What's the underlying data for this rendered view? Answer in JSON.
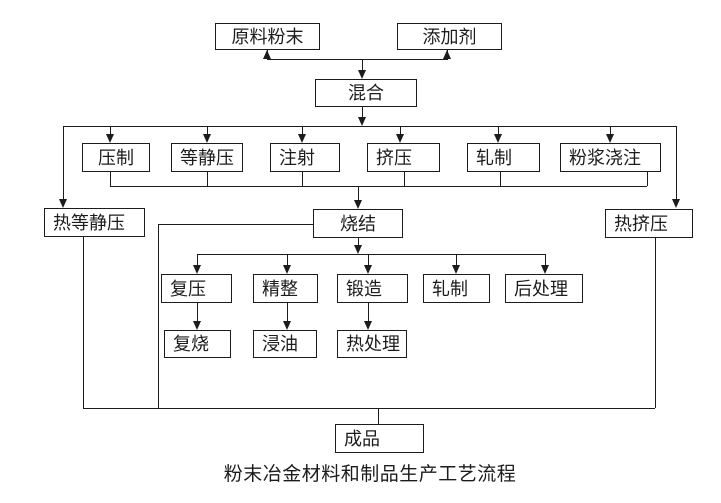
{
  "diagram": {
    "caption": "粉末冶金材料和制品生产工艺流程",
    "nodes": {
      "raw_powder": {
        "label": "原料粉末"
      },
      "additive": {
        "label": "添加剂"
      },
      "mixing": {
        "label": "混合"
      },
      "pressing": {
        "label": "压制"
      },
      "isostatic_pressing": {
        "label": "等静压"
      },
      "injection": {
        "label": "注射"
      },
      "extrusion": {
        "label": "挤压"
      },
      "rolling": {
        "label": "轧制"
      },
      "slip_casting": {
        "label": "粉浆浇注"
      },
      "hot_isostatic_pressing": {
        "label": "热等静压"
      },
      "sintering": {
        "label": "烧结"
      },
      "hot_extrusion": {
        "label": "热挤压"
      },
      "repressing": {
        "label": "复压"
      },
      "sizing": {
        "label": "精整"
      },
      "forging": {
        "label": "锻造"
      },
      "rolling2": {
        "label": "轧制"
      },
      "post_treatment": {
        "label": "后处理"
      },
      "resintering": {
        "label": "复烧"
      },
      "oil_impregnation": {
        "label": "浸油"
      },
      "heat_treatment": {
        "label": "热处理"
      },
      "finished_product": {
        "label": "成品"
      }
    },
    "colors": {
      "line": "#1c1c1c",
      "background": "#ffffff"
    }
  }
}
